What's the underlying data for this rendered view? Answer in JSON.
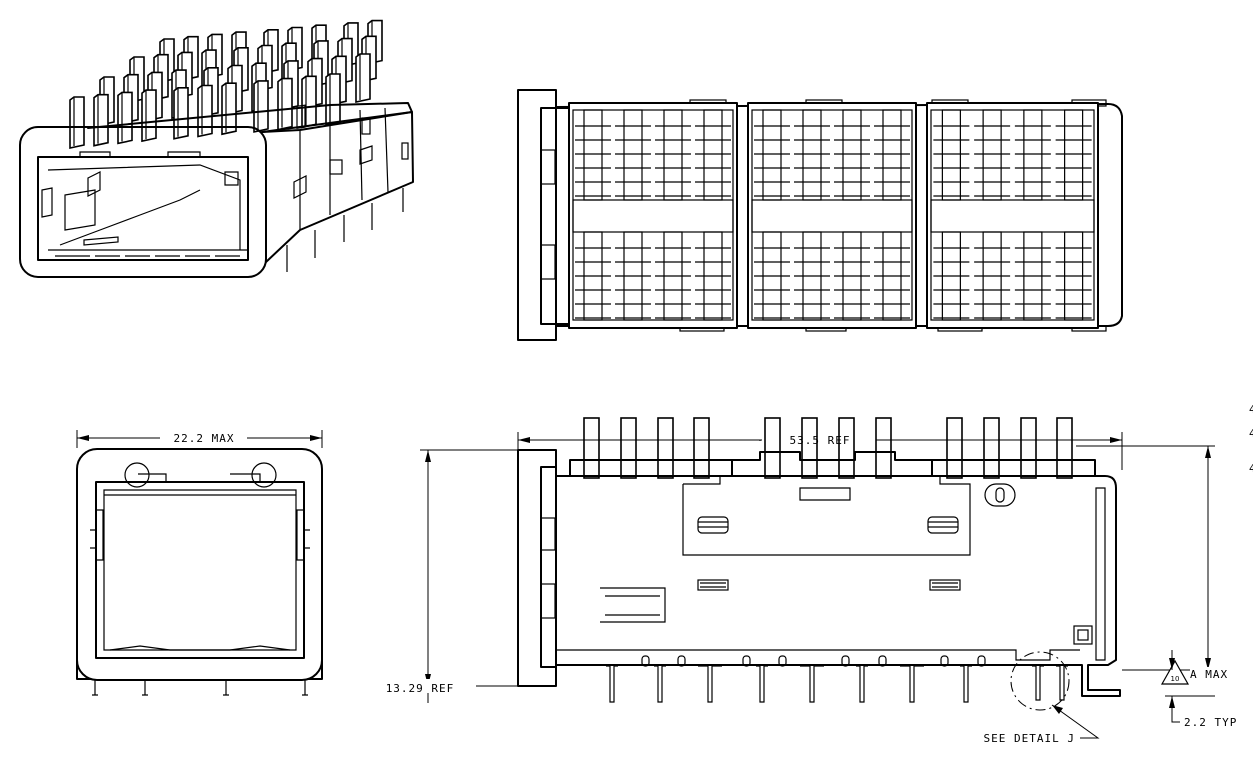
{
  "dimensions": {
    "width_max": "22.2 MAX",
    "length_ref": "53.5 REF",
    "height_ref": "13.29 REF",
    "a_max": "A MAX",
    "flag_note": "10",
    "pin_typ": "2.2 TYP",
    "see_detail": "SEE DETAIL J",
    "edge_marks": [
      "4",
      "4",
      "4"
    ]
  }
}
